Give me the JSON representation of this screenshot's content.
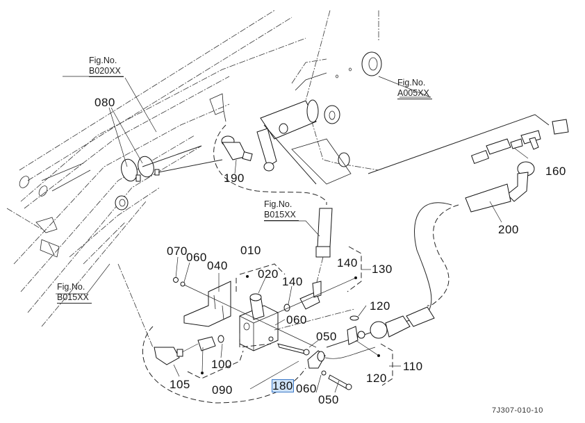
{
  "diagram": {
    "drawing_code": "7J307-010-10",
    "highlight_color": "#3a78c8",
    "selected_callout": "180",
    "figure_refs": [
      {
        "id": "fig-b020",
        "line1": "Fig.No.",
        "line2": "B020XX"
      },
      {
        "id": "fig-a005",
        "line1": "Fig.No.",
        "line2": "A005XX"
      },
      {
        "id": "fig-b015-mid",
        "line1": "Fig.No.",
        "line2": "B015XX"
      },
      {
        "id": "fig-b015-left",
        "line1": "Fig.No.",
        "line2": "B015XX"
      }
    ],
    "callouts": [
      {
        "id": "c-080",
        "text": "080"
      },
      {
        "id": "c-190",
        "text": "190"
      },
      {
        "id": "c-160",
        "text": "160"
      },
      {
        "id": "c-200",
        "text": "200"
      },
      {
        "id": "c-070",
        "text": "070"
      },
      {
        "id": "c-060a",
        "text": "060"
      },
      {
        "id": "c-040",
        "text": "040"
      },
      {
        "id": "c-010",
        "text": "010"
      },
      {
        "id": "c-020",
        "text": "020"
      },
      {
        "id": "c-140a",
        "text": "140"
      },
      {
        "id": "c-140b",
        "text": "140"
      },
      {
        "id": "c-130",
        "text": "130"
      },
      {
        "id": "c-060b",
        "text": "060"
      },
      {
        "id": "c-120a",
        "text": "120"
      },
      {
        "id": "c-050a",
        "text": "050"
      },
      {
        "id": "c-110",
        "text": "110"
      },
      {
        "id": "c-120b",
        "text": "120"
      },
      {
        "id": "c-100",
        "text": "100"
      },
      {
        "id": "c-105",
        "text": "105"
      },
      {
        "id": "c-090",
        "text": "090"
      },
      {
        "id": "c-180",
        "text": "180"
      },
      {
        "id": "c-060c",
        "text": "060"
      },
      {
        "id": "c-050b",
        "text": "050"
      }
    ]
  }
}
